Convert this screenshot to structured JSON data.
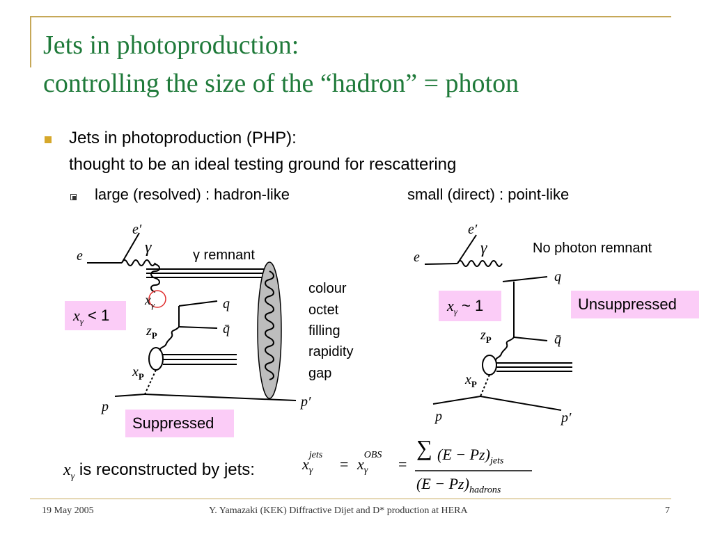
{
  "title": {
    "line1": "Jets in photoproduction:",
    "line2_pre": "controlling the size of the ",
    "line2_open_quote": "“",
    "line2_word": "hadron",
    "line2_close_quote": "”",
    "line2_post": " = photon"
  },
  "bullet": {
    "line1": "Jets in photoproduction (PHP):",
    "line2": "thought to be an ideal testing ground for rescattering"
  },
  "subbullet": {
    "left": "large (resolved) : hadron-like",
    "right": "small (direct) : point-like"
  },
  "left_diagram": {
    "e_prime": "e′",
    "e": "e",
    "gamma": "γ",
    "gamma_remnant_symbol": "γ",
    "gamma_remnant_text": " remnant",
    "x_gamma_label": "x",
    "x_gamma_sub": "γ",
    "q": "q",
    "qbar": "q̄",
    "z_label": "z",
    "z_sub": "P",
    "x_p_label": "x",
    "x_p_sub": "P",
    "p": "p",
    "p_prime": "p′",
    "box_label_x": "x",
    "box_label_sub": "γ",
    "box_label_rest": " < 1",
    "suppressed": "Suppressed",
    "gap_text": [
      "colour",
      "octet",
      "filling",
      "rapidity",
      "gap"
    ]
  },
  "right_diagram": {
    "e_prime": "e′",
    "e": "e",
    "gamma": "γ",
    "no_remnant": "No photon remnant",
    "q": "q",
    "qbar": "q̄",
    "z_label": "z",
    "z_sub": "P",
    "x_p_label": "x",
    "x_p_sub": "P",
    "p": "p",
    "p_prime": "p′",
    "box_label_x": "x",
    "box_label_sub": "γ",
    "box_label_rest": " ~ 1",
    "unsuppressed": "Unsuppressed"
  },
  "formula": {
    "lead_x": "x",
    "lead_sub": "γ",
    "lead_text": " is reconstructed by jets:",
    "lhs_x": "x",
    "lhs_sub": "γ",
    "lhs_sup": "jets",
    "eq1": "=",
    "mid_x": "x",
    "mid_sub": "γ",
    "mid_sup": "OBS",
    "eq2": "=",
    "num_sum": "∑",
    "num_expr": "(E − Pz)",
    "num_sub": "jets",
    "den_expr": "(E − Pz)",
    "den_sub": "hadrons"
  },
  "footer": {
    "date": "19 May 2005",
    "center": "Y. Yamazaki (KEK) Diffractive Dijet and D* production at HERA",
    "page": "7"
  },
  "colors": {
    "title": "#1f7a3a",
    "frame": "#c6a858",
    "bullet": "#d6a82b",
    "pink_box": "#fbccf7",
    "ellipse": "#bdbdbd",
    "circle": "#e03030"
  }
}
